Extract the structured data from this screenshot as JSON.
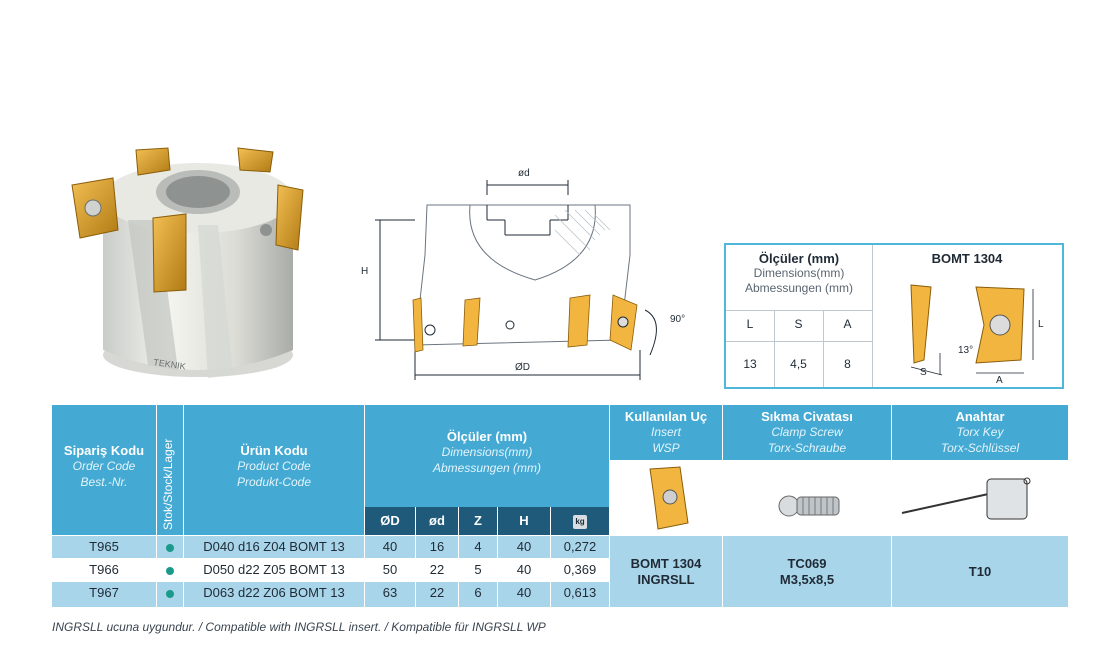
{
  "drawing": {
    "label_od": "ød",
    "label_h": "H",
    "label_D": "ØD",
    "label_angle": "90°"
  },
  "dimbox": {
    "title": "Ölçüler (mm)",
    "sub1": "Dimensions(mm)",
    "sub2": "Abmessungen (mm)",
    "cols": [
      "L",
      "S",
      "A"
    ],
    "vals": [
      "13",
      "4,5",
      "8"
    ],
    "insert_title": "BOMT 1304",
    "insert_labels": {
      "angle": "13°",
      "s": "S",
      "l": "L",
      "a": "A"
    }
  },
  "table": {
    "col_order": {
      "b": "Sipariş Kodu",
      "i1": "Order Code",
      "i2": "Best.-Nr."
    },
    "col_stock": "Stok/Stock/Lager",
    "col_product": {
      "b": "Ürün Kodu",
      "i1": "Product Code",
      "i2": "Produkt-Code"
    },
    "col_dims": {
      "b": "Ölçüler (mm)",
      "i1": "Dimensions(mm)",
      "i2": "Abmessungen (mm)"
    },
    "col_insert": {
      "b": "Kullanılan Uç",
      "i1": "Insert",
      "i2": "WSP"
    },
    "col_screw": {
      "b": "Sıkma Civatası",
      "i1": "Clamp Screw",
      "i2": "Torx-Schraube"
    },
    "col_key": {
      "b": "Anahtar",
      "i1": "Torx Key",
      "i2": "Torx-Schlüssel"
    },
    "subheaders": [
      "ØD",
      "ød",
      "Z",
      "H"
    ],
    "weight_icon": "weight-kg-icon",
    "weight_icon_text": "kg",
    "rows": [
      {
        "order": "T965",
        "product": "D040 d16 Z04 BOMT 13",
        "D": "40",
        "d": "16",
        "Z": "4",
        "H": "40",
        "kg": "0,272"
      },
      {
        "order": "T966",
        "product": "D050 d22 Z05 BOMT 13",
        "D": "50",
        "d": "22",
        "Z": "5",
        "H": "40",
        "kg": "0,369"
      },
      {
        "order": "T967",
        "product": "D063 d22 Z06 BOMT 13",
        "D": "63",
        "d": "22",
        "Z": "6",
        "H": "40",
        "kg": "0,613"
      }
    ],
    "insert_value_1": "BOMT 1304",
    "insert_value_2": "INGRSLL",
    "screw_value_1": "TC069",
    "screw_value_2": "M3,5x8,5",
    "key_value": "T10",
    "stock_color": "#1a9a8a",
    "header_color": "#45aad3",
    "subheader_color": "#1f5a7a"
  },
  "footnote": "INGRSLL ucuna uygundur. / Compatible with INGRSLL insert. / Kompatible für INGRSLL WP",
  "brand_mark": "TEKNIK"
}
